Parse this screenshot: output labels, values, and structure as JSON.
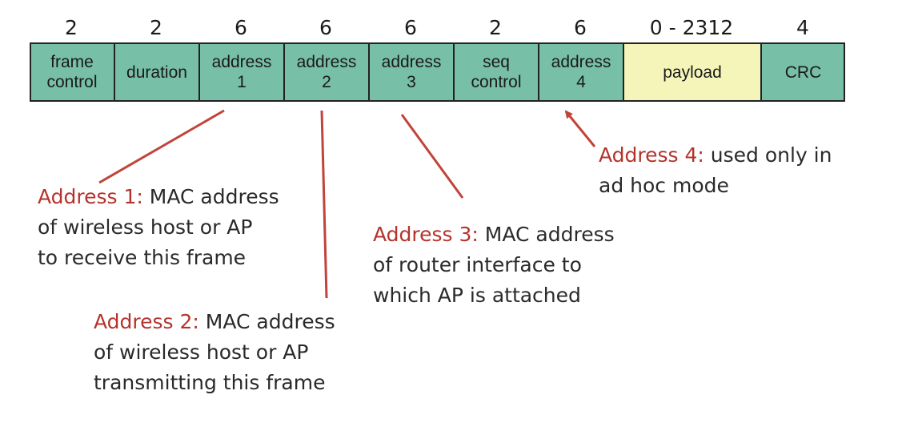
{
  "colors": {
    "field": "#77bfa6",
    "payload": "#f5f5b9",
    "border": "#222222",
    "pointer": "#c0443a",
    "highlight": "#b5332c"
  },
  "fields": [
    {
      "size": "2",
      "label": "frame\ncontrol"
    },
    {
      "size": "2",
      "label": "duration"
    },
    {
      "size": "6",
      "label": "address\n1"
    },
    {
      "size": "6",
      "label": "address\n2"
    },
    {
      "size": "6",
      "label": "address\n3"
    },
    {
      "size": "2",
      "label": "seq\ncontrol"
    },
    {
      "size": "6",
      "label": "address\n4"
    },
    {
      "size": "0 - 2312",
      "label": "payload"
    },
    {
      "size": "4",
      "label": "CRC"
    }
  ],
  "notes": {
    "addr1": {
      "title": "Address 1:",
      "line1": " MAC address",
      "line2": "of wireless host or AP",
      "line3": "to receive this frame"
    },
    "addr2": {
      "title": "Address 2:",
      "line1": " MAC address",
      "line2": "of wireless host or AP",
      "line3": "transmitting this frame"
    },
    "addr3": {
      "title": "Address 3:",
      "line1": " MAC address",
      "line2": "of router interface to",
      "line3": "which AP is attached"
    },
    "addr4": {
      "title": "Address 4:",
      "line1": " used only in",
      "line2": "ad hoc mode"
    }
  }
}
